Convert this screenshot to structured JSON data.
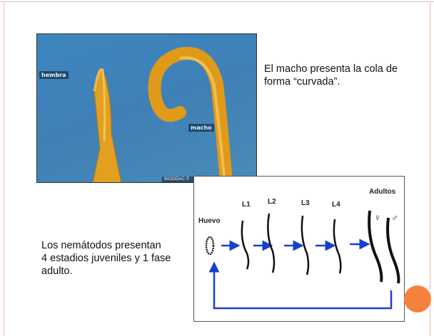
{
  "photo": {
    "label_female": "hembra",
    "label_male": "macho",
    "credit": "BIODIDAC ©"
  },
  "text_top": {
    "line1": "El macho presenta la cola de",
    "line2": "forma “curvada”."
  },
  "text_bottom": {
    "line1": "Los nemátodos presentan",
    "line2": "4 estadios juveniles y 1 fase",
    "line3": "adulto."
  },
  "diagram": {
    "egg": "Huevo",
    "stages": [
      "L1",
      "L2",
      "L3",
      "L4"
    ],
    "adults": "Adultos",
    "female_symbol": "♀",
    "male_symbol": "♂",
    "arrow_color": "#1a3fd0"
  },
  "colors": {
    "accent_dot": "#f5813f",
    "border_lines": "#f3b9a8"
  }
}
